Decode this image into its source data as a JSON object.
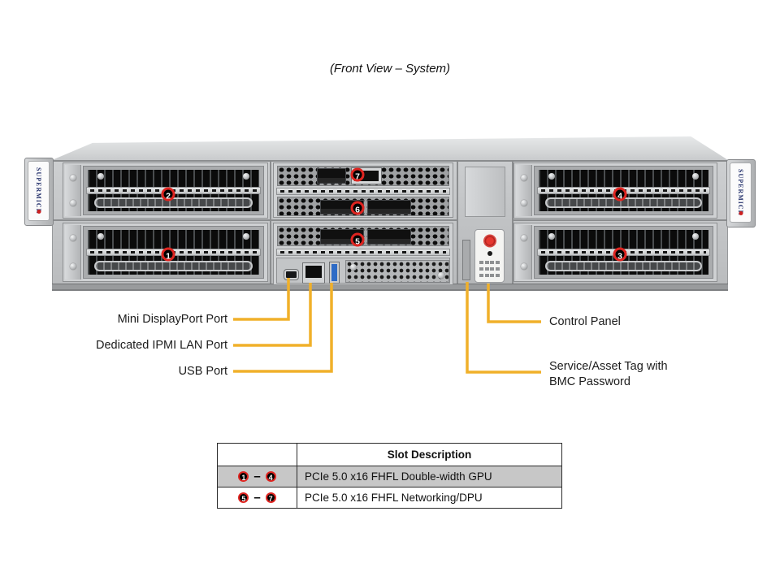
{
  "title": "(Front View – System)",
  "brand": {
    "ear_text": "SUPERMICR",
    "dot_color": "#cc1f1f"
  },
  "callouts": {
    "c1": "1",
    "c2": "2",
    "c3": "3",
    "c4": "4",
    "c5": "5",
    "c6": "6",
    "c7": "7"
  },
  "labels": {
    "mini_dp": "Mini DisplayPort Port",
    "ipmi_lan": "Dedicated IPMI LAN Port",
    "usb": "USB Port",
    "control_panel": "Control Panel",
    "service_tag_line1": "Service/Asset Tag with",
    "service_tag_line2": "BMC Password"
  },
  "table": {
    "header": "Slot Description",
    "dash": "–",
    "rows": [
      {
        "from": "1",
        "to": "4",
        "description": "PCIe 5.0 x16 FHFL Double-width GPU",
        "shaded": true
      },
      {
        "from": "5",
        "to": "7",
        "description": "PCIe 5.0 x16 FHFL Networking/DPU",
        "shaded": false
      }
    ]
  },
  "colors": {
    "leader_line": "#F0B02A",
    "callout_ring": "#DF2420",
    "shaded_row": "#C7C7C7",
    "chassis_gray": "#C9CBCD"
  }
}
